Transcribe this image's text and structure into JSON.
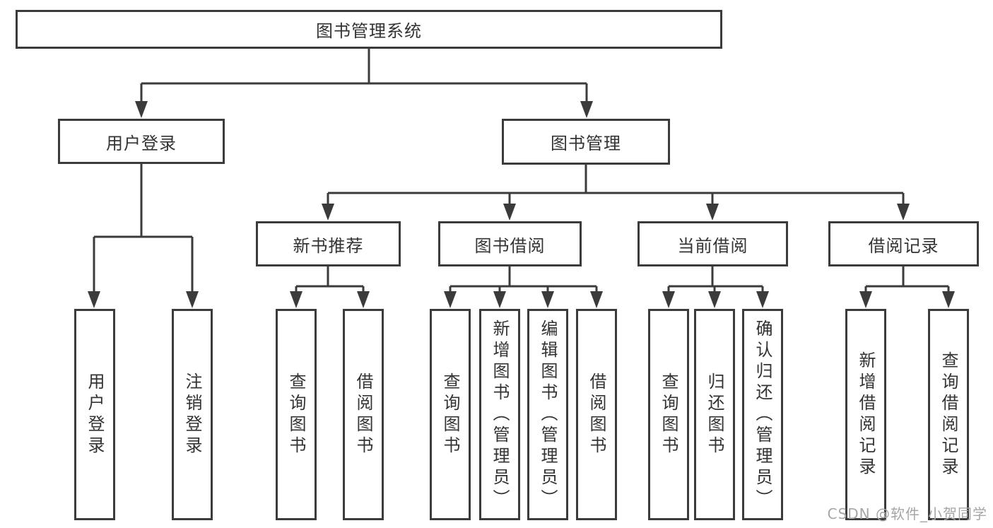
{
  "meta": {
    "background_color": "#ffffff",
    "line_color": "#3b3b3b",
    "text_color": "#333333",
    "watermark_color": "#a6a6a6",
    "diagram_type": "hierarchy-tree"
  },
  "watermark": {
    "text": "CSDN @软件_小贺同学"
  },
  "tree": {
    "label": "图书管理系统",
    "children": [
      {
        "label": "用户登录",
        "children": [
          {
            "label": "用户登录"
          },
          {
            "label": "注销登录"
          }
        ]
      },
      {
        "label": "图书管理",
        "children": [
          {
            "label": "新书推荐",
            "children": [
              {
                "label": "查询图书"
              },
              {
                "label": "借阅图书"
              }
            ]
          },
          {
            "label": "图书借阅",
            "children": [
              {
                "label": "查询图书"
              },
              {
                "label": "新增图书（管理员）"
              },
              {
                "label": "编辑图书（管理员）"
              },
              {
                "label": "借阅图书"
              }
            ]
          },
          {
            "label": "当前借阅",
            "children": [
              {
                "label": "查询图书"
              },
              {
                "label": "归还图书"
              },
              {
                "label": "确认归还（管理员）"
              }
            ]
          },
          {
            "label": "借阅记录",
            "children": [
              {
                "label": "新增借阅记录"
              },
              {
                "label": "查询借阅记录"
              }
            ]
          }
        ]
      }
    ]
  }
}
